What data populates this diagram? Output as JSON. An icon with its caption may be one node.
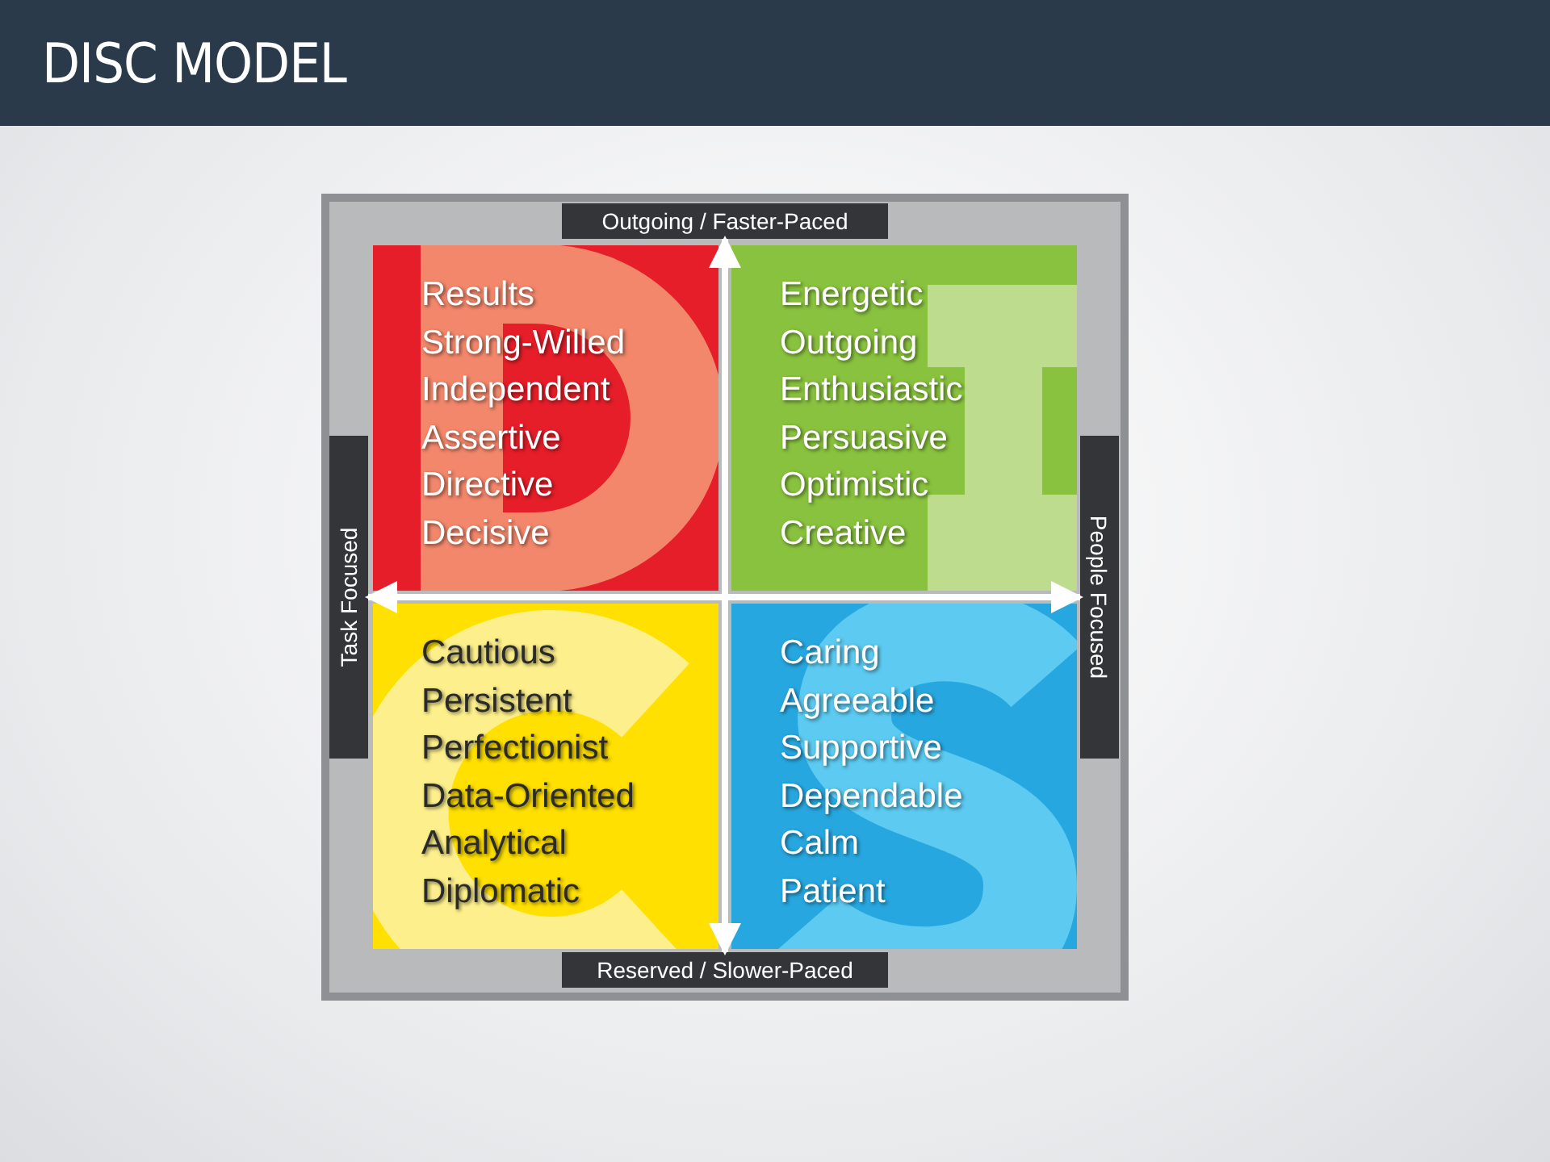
{
  "diagram": {
    "title": "DISC MODEL",
    "nodes": [
      {
        "text": [
          "Outgoing / Faster-Paced"
        ]
      },
      {
        "text": [
          "Results",
          "Strong-Willed",
          "Independent",
          "Assertive",
          "Directive",
          "Decisive"
        ]
      },
      {
        "text": [
          "Energetic",
          "Outgoing",
          "Enthusiastic",
          "Persuasive",
          "Optimistic",
          "Creative"
        ]
      },
      {
        "text": [
          "Task Focused"
        ]
      },
      {
        "text": [
          "People Focused"
        ]
      },
      {
        "text": [
          "Cautious",
          "Persistent",
          "Perfectionist",
          "Data-Oriented",
          "Analytical",
          "Diplomatic"
        ]
      },
      {
        "text": [
          "Caring",
          "Agreeable",
          "Supportive",
          "Dependable",
          "Calm",
          "Patient"
        ]
      },
      {
        "text": [
          "Reserved / Slower-Paced"
        ]
      }
    ],
    "edges": [
      {
        "from": 7,
        "to": 0,
        "arrow": "both"
      },
      {
        "from": 3,
        "to": 4,
        "arrow": "both"
      }
    ]
  }
}
